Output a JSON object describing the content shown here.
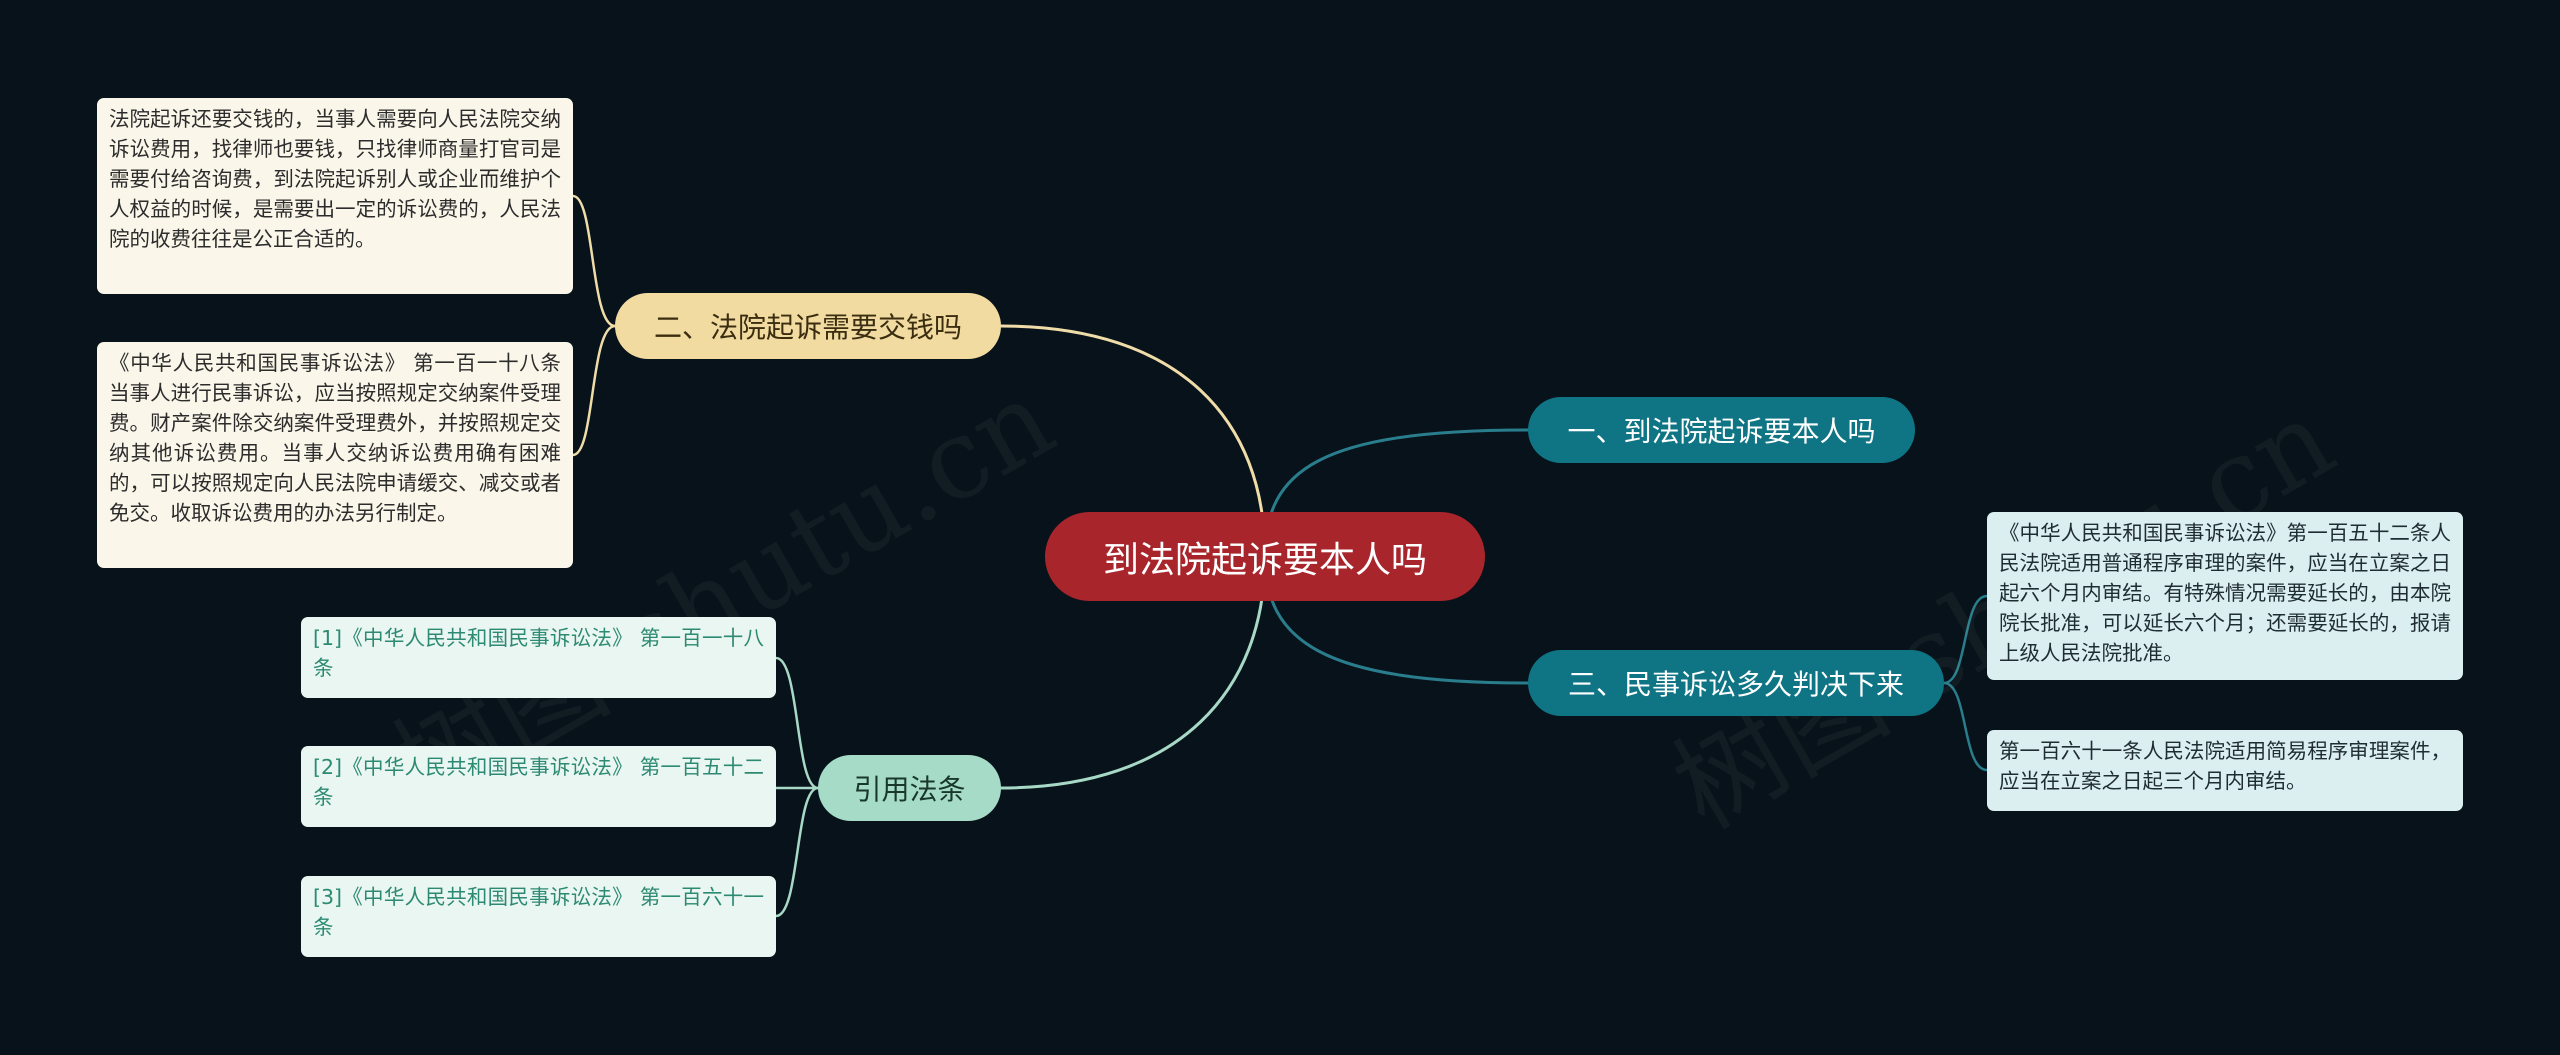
{
  "watermark": [
    "树图 shutu.cn",
    "树图 shutu.cn"
  ],
  "colors": {
    "background": "#07121a",
    "center": "#a8262b",
    "branch_yellow": "#f1dba0",
    "branch_teal": "#0f7585",
    "branch_mint": "#a6dcc7",
    "link_yellow": "#efdca8",
    "link_teal": "#2a7d8c",
    "link_mint": "#a8d8c6"
  },
  "center": {
    "label": "到法院起诉要本人吗"
  },
  "branches": [
    {
      "label": "二、法院起诉需要交钱吗",
      "leaves": [
        "法院起诉还要交钱的，当事人需要向人民法院交纳诉讼费用，找律师也要钱，只找律师商量打官司是需要付给咨询费，到法院起诉别人或企业而维护个人权益的时候，是需要出一定的诉讼费的，人民法院的收费往往是公正合适的。",
        "《中华人民共和国民事诉讼法》 第一百一十八条当事人进行民事诉讼，应当按照规定交纳案件受理费。财产案件除交纳案件受理费外，并按照规定交纳其他诉讼费用。当事人交纳诉讼费用确有困难的，可以按照规定向人民法院申请缓交、减交或者免交。收取诉讼费用的办法另行制定。"
      ]
    },
    {
      "label": "引用法条",
      "leaves": [
        "[1]《中华人民共和国民事诉讼法》 第一百一十八条",
        "[2]《中华人民共和国民事诉讼法》 第一百五十二条",
        "[3]《中华人民共和国民事诉讼法》 第一百六十一条"
      ]
    },
    {
      "label": "一、到法院起诉要本人吗",
      "leaves": []
    },
    {
      "label": "三、民事诉讼多久判决下来",
      "leaves": [
        "《中华人民共和国民事诉讼法》第一百五十二条人民法院适用普通程序审理的案件，应当在立案之日起六个月内审结。有特殊情况需要延长的，由本院院长批准，可以延长六个月；还需要延长的，报请上级人民法院批准。",
        "第一百六十一条人民法院适用简易程序审理案件，应当在立案之日起三个月内审结。"
      ]
    }
  ]
}
